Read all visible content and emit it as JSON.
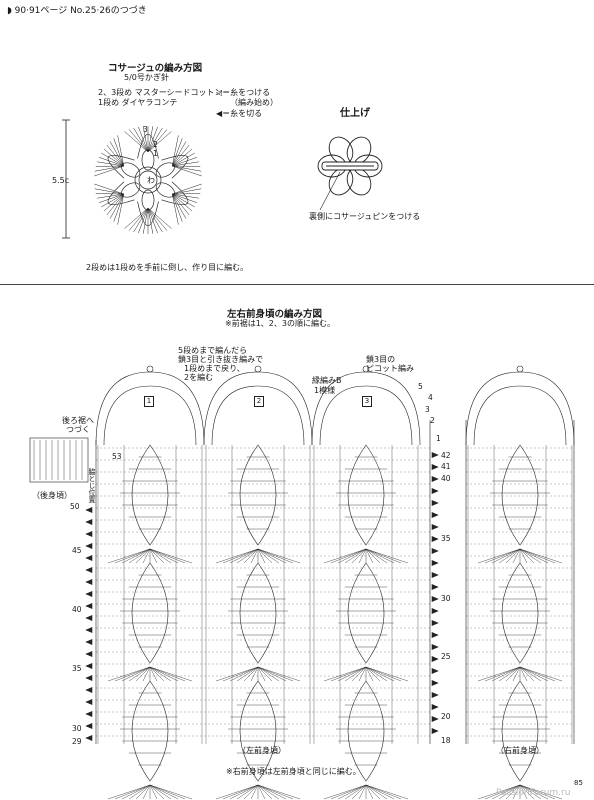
{
  "header": {
    "page_ref": "90·91ページ No.25·26のつづき"
  },
  "corsage": {
    "title": "コサージュの編み方図",
    "hook": "5/0号かぎ針",
    "yarn_line1": "2、3段め マスターシードコットン",
    "yarn_line2": "1段め ダイヤラコンテ",
    "legend_attach": "◁＝糸をつける",
    "legend_attach2": "（編み始め）",
    "legend_cut": "◀＝糸を切る",
    "size": "5.5c",
    "center_mark": "わ",
    "rounds": [
      "3",
      "2",
      "1"
    ],
    "note": "2段めは1段めを手前に倒し、作り目に編む。"
  },
  "finish": {
    "title": "仕上げ",
    "note": "裏側にコサージュピンをつける"
  },
  "front": {
    "title": "左右前身頃の編み方図",
    "subtitle": "※前裾は1、2、3の順に編む。",
    "note_row5": [
      "5段めまで編んだら",
      "鎖3目と引き抜き編みで",
      "1段めまで戻り、",
      "2を編む"
    ],
    "note_edge": [
      "縁編みB",
      "1模様"
    ],
    "note_picot": [
      "鎖3目の",
      "ピコット編み"
    ],
    "note_back": [
      "後ろ裾へ",
      "つづく"
    ],
    "back_label": "（後身頃）",
    "left_label": "（左前身頃）",
    "right_label": "（右前身頃）",
    "side_label": "脇とじ位置",
    "bottom_note": "※右前身頃は左前身頃と同じに編む。",
    "scallop_marks": [
      "1",
      "2",
      "3"
    ],
    "left_rows": [
      "53",
      "50",
      "45",
      "40",
      "35",
      "30",
      "29"
    ],
    "right_rows": [
      "5",
      "4",
      "3",
      "2",
      "1",
      "42",
      "41",
      "40",
      "35",
      "30",
      "25",
      "20",
      "18"
    ]
  },
  "footer": {
    "page_number": "85",
    "watermark": "PassionForum.ru"
  }
}
